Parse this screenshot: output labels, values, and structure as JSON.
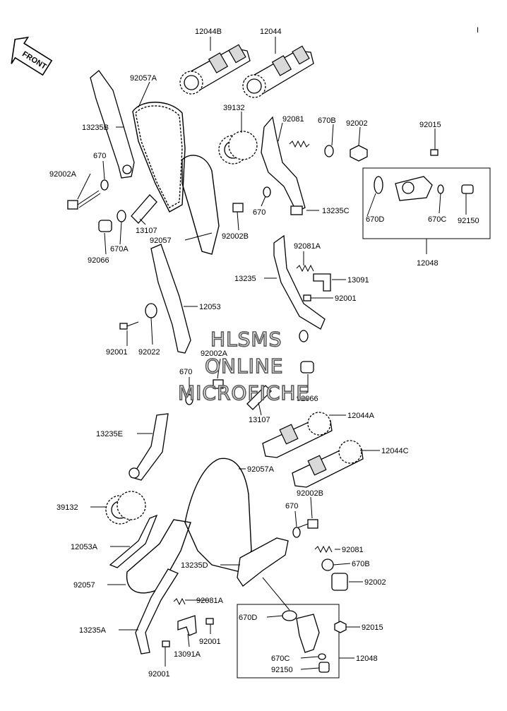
{
  "page_marker": "I",
  "front_label": "FRONT",
  "watermark": [
    "HLSMS",
    "ONLINE",
    "MICROFICHE"
  ],
  "labels": {
    "p12044B": "12044B",
    "p12044": "12044",
    "p92057A_top": "92057A",
    "p13235B": "13235B",
    "p39132_top": "39132",
    "p92081": "92081",
    "p670B": "670B",
    "p92002": "92002",
    "p92015": "92015",
    "p670_left": "670",
    "p92002A_left": "92002A",
    "p13107_top": "13107",
    "p670_mid": "670",
    "p670D": "670D",
    "p670C": "670C",
    "p92150": "92150",
    "p13235C": "13235C",
    "p92002B_top": "92002B",
    "p670A": "670A",
    "p92057": "92057",
    "p92066_left": "92066",
    "p92081A_top": "92081A",
    "p12048_top": "12048",
    "p13235": "13235",
    "p13091": "13091",
    "p92001_r": "92001",
    "p12053": "12053",
    "p92001_l": "92001",
    "p92022": "92022",
    "p92002A_mid": "92002A",
    "p670_mid2": "670",
    "p92066_mid": "92066",
    "p13235E": "13235E",
    "p13107_mid": "13107",
    "p12044A": "12044A",
    "p12044C": "12044C",
    "p92057A_bot": "92057A",
    "p39132_bot": "39132",
    "p92002B_bot": "92002B",
    "p670_bot": "670",
    "p12053A": "12053A",
    "p92081_bot": "92081",
    "p13235D": "13235D",
    "p670B_bot": "670B",
    "p92057_bot": "92057",
    "p92002_bot": "92002",
    "p92081A_bot": "92081A",
    "p670D_bot": "670D",
    "p92015_bot": "92015",
    "p13235A": "13235A",
    "p92001_bot1": "92001",
    "p13091A": "13091A",
    "p670C_bot": "670C",
    "p12048_bot": "12048",
    "p92150_bot": "92150",
    "p92001_bot2": "92001"
  }
}
